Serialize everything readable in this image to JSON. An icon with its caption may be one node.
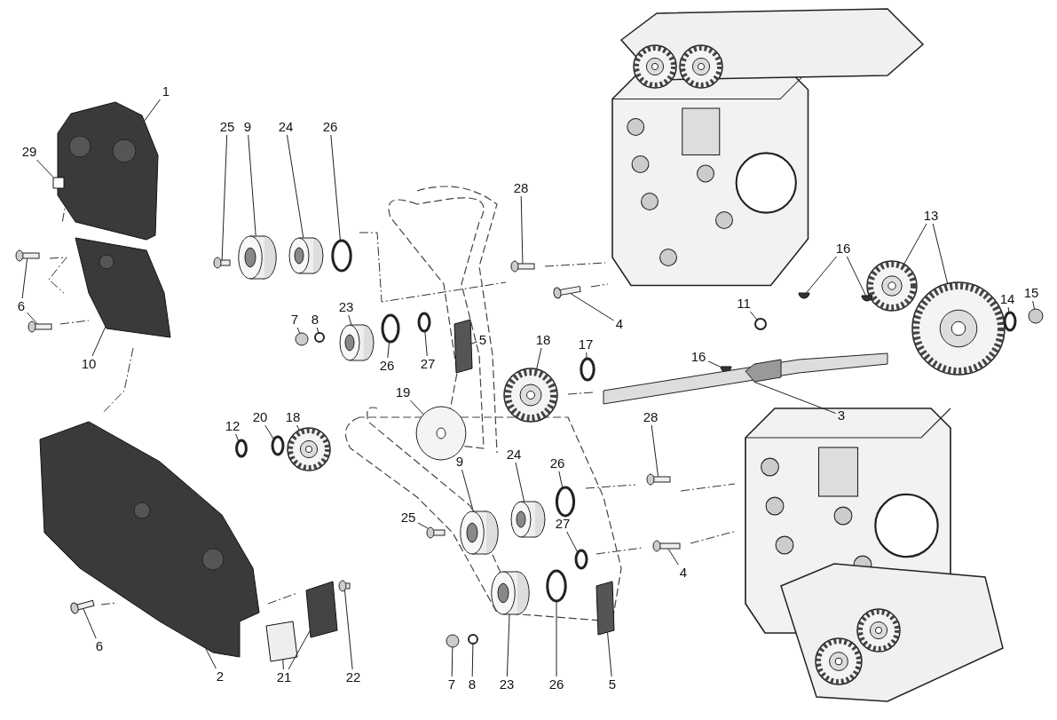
{
  "diagram": {
    "nodes": [
      {
        "text": [
          "1"
        ]
      },
      {
        "text": [
          "29"
        ]
      },
      {
        "text": [
          "6"
        ]
      },
      {
        "text": [
          "10"
        ]
      },
      {
        "text": [
          "6"
        ]
      },
      {
        "text": [
          "2"
        ]
      },
      {
        "text": [
          "21"
        ]
      },
      {
        "text": [
          "22"
        ]
      },
      {
        "text": [
          "25"
        ]
      },
      {
        "text": [
          "9"
        ]
      },
      {
        "text": [
          "24"
        ]
      },
      {
        "text": [
          "26"
        ]
      },
      {
        "text": [
          "28"
        ]
      },
      {
        "text": [
          "7"
        ]
      },
      {
        "text": [
          "8"
        ]
      },
      {
        "text": [
          "23"
        ]
      },
      {
        "text": [
          "26"
        ]
      },
      {
        "text": [
          "27"
        ]
      },
      {
        "text": [
          "5"
        ]
      },
      {
        "text": [
          "4"
        ]
      },
      {
        "text": [
          "18"
        ]
      },
      {
        "text": [
          "17"
        ]
      },
      {
        "text": [
          "19"
        ]
      },
      {
        "text": [
          "12"
        ]
      },
      {
        "text": [
          "20"
        ]
      },
      {
        "text": [
          "18"
        ]
      },
      {
        "text": [
          "13"
        ]
      },
      {
        "text": [
          "14"
        ]
      },
      {
        "text": [
          "15"
        ]
      },
      {
        "text": [
          "16"
        ]
      },
      {
        "text": [
          "11"
        ]
      },
      {
        "text": [
          "16"
        ]
      },
      {
        "text": [
          "3"
        ]
      },
      {
        "text": [
          "28"
        ]
      },
      {
        "text": [
          "9"
        ]
      },
      {
        "text": [
          "24"
        ]
      },
      {
        "text": [
          "26"
        ]
      },
      {
        "text": [
          "25"
        ]
      },
      {
        "text": [
          "27"
        ]
      },
      {
        "text": [
          "4"
        ]
      },
      {
        "text": [
          "7"
        ]
      },
      {
        "text": [
          "8"
        ]
      },
      {
        "text": [
          "23"
        ]
      },
      {
        "text": [
          "26"
        ]
      },
      {
        "text": [
          "5"
        ]
      },
      {
        "text": [],
        "shape": "cover"
      },
      {
        "text": [],
        "shape": "box"
      },
      {
        "text": [],
        "shape": "bolt"
      },
      {
        "text": [],
        "shape": "bolt"
      },
      {
        "text": [],
        "shape": "cover"
      },
      {
        "text": [],
        "shape": "bolt"
      },
      {
        "text": [],
        "shape": "cover"
      },
      {
        "text": [],
        "shape": "box"
      },
      {
        "text": [],
        "shape": "box"
      },
      {
        "text": [],
        "shape": "bolt"
      },
      {
        "text": [],
        "shape": "bolt"
      },
      {
        "text": [],
        "shape": "pulley"
      },
      {
        "text": [],
        "shape": "pulley"
      },
      {
        "text": [],
        "shape": "circle"
      },
      {
        "text": [],
        "shape": "bolt"
      },
      {
        "text": [],
        "shape": "circle"
      },
      {
        "text": [],
        "shape": "circle"
      },
      {
        "text": [],
        "shape": "pulley"
      },
      {
        "text": [],
        "shape": "circle"
      },
      {
        "text": [],
        "shape": "circle"
      },
      {
        "text": [],
        "shape": "box"
      },
      {
        "text": [],
        "shape": "bolt"
      },
      {
        "text": [],
        "shape": "gear"
      },
      {
        "text": [],
        "shape": "circle"
      },
      {
        "text": [],
        "shape": "circle"
      },
      {
        "text": [],
        "shape": "circle"
      },
      {
        "text": [],
        "shape": "circle"
      },
      {
        "text": [],
        "shape": "gear"
      },
      {
        "text": [],
        "shape": "gear"
      },
      {
        "text": [],
        "shape": "gear"
      },
      {
        "text": [],
        "shape": "circle"
      },
      {
        "text": [],
        "shape": "circle"
      },
      {
        "text": [],
        "shape": "key"
      },
      {
        "text": [],
        "shape": "key"
      },
      {
        "text": [],
        "shape": "circle"
      },
      {
        "text": [],
        "shape": "key"
      },
      {
        "text": [],
        "shape": "shaft"
      },
      {
        "text": [],
        "shape": "bolt"
      },
      {
        "text": [],
        "shape": "pulley"
      },
      {
        "text": [],
        "shape": "pulley"
      },
      {
        "text": [],
        "shape": "circle"
      },
      {
        "text": [],
        "shape": "bolt"
      },
      {
        "text": [],
        "shape": "circle"
      },
      {
        "text": [],
        "shape": "bolt"
      },
      {
        "text": [],
        "shape": "circle"
      },
      {
        "text": [],
        "shape": "circle"
      },
      {
        "text": [],
        "shape": "pulley"
      },
      {
        "text": [],
        "shape": "circle"
      },
      {
        "text": [],
        "shape": "box"
      }
    ],
    "edges": [
      {
        "from": 0,
        "to": 45,
        "arrow": "none"
      },
      {
        "from": 1,
        "to": 46,
        "arrow": "none"
      },
      {
        "from": 2,
        "to": 47,
        "arrow": "none"
      },
      {
        "from": 2,
        "to": 48,
        "arrow": "none"
      },
      {
        "from": 3,
        "to": 49,
        "arrow": "none"
      },
      {
        "from": 4,
        "to": 50,
        "arrow": "none"
      },
      {
        "from": 5,
        "to": 51,
        "arrow": "none"
      },
      {
        "from": 6,
        "to": 52,
        "arrow": "none"
      },
      {
        "from": 6,
        "to": 53,
        "arrow": "none"
      },
      {
        "from": 7,
        "to": 54,
        "arrow": "none"
      },
      {
        "from": 8,
        "to": 55,
        "arrow": "none"
      },
      {
        "from": 9,
        "to": 56,
        "arrow": "none"
      },
      {
        "from": 10,
        "to": 57,
        "arrow": "none"
      },
      {
        "from": 11,
        "to": 58,
        "arrow": "none"
      },
      {
        "from": 12,
        "to": 59,
        "arrow": "none"
      },
      {
        "from": 13,
        "to": 60,
        "arrow": "none"
      },
      {
        "from": 14,
        "to": 61,
        "arrow": "none"
      },
      {
        "from": 15,
        "to": 62,
        "arrow": "none"
      },
      {
        "from": 16,
        "to": 63,
        "arrow": "none"
      },
      {
        "from": 17,
        "to": 64,
        "arrow": "none"
      },
      {
        "from": 18,
        "to": 65,
        "arrow": "none"
      },
      {
        "from": 19,
        "to": 66,
        "arrow": "none"
      },
      {
        "from": 20,
        "to": 67,
        "arrow": "none"
      },
      {
        "from": 21,
        "to": 68,
        "arrow": "none"
      },
      {
        "from": 22,
        "to": 69,
        "arrow": "none"
      },
      {
        "from": 23,
        "to": 70,
        "arrow": "none"
      },
      {
        "from": 24,
        "to": 71,
        "arrow": "none"
      },
      {
        "from": 25,
        "to": 72,
        "arrow": "none"
      },
      {
        "from": 26,
        "to": 73,
        "arrow": "none"
      },
      {
        "from": 26,
        "to": 74,
        "arrow": "none"
      },
      {
        "from": 27,
        "to": 75,
        "arrow": "none"
      },
      {
        "from": 28,
        "to": 76,
        "arrow": "none"
      },
      {
        "from": 29,
        "to": 77,
        "arrow": "none"
      },
      {
        "from": 29,
        "to": 78,
        "arrow": "none"
      },
      {
        "from": 30,
        "to": 79,
        "arrow": "none"
      },
      {
        "from": 31,
        "to": 80,
        "arrow": "none"
      },
      {
        "from": 32,
        "to": 81,
        "arrow": "none"
      },
      {
        "from": 33,
        "to": 82,
        "arrow": "none"
      },
      {
        "from": 34,
        "to": 83,
        "arrow": "none"
      },
      {
        "from": 35,
        "to": 84,
        "arrow": "none"
      },
      {
        "from": 36,
        "to": 85,
        "arrow": "none"
      },
      {
        "from": 37,
        "to": 86,
        "arrow": "none"
      },
      {
        "from": 38,
        "to": 87,
        "arrow": "none"
      },
      {
        "from": 39,
        "to": 88,
        "arrow": "none"
      },
      {
        "from": 40,
        "to": 89,
        "arrow": "none"
      },
      {
        "from": 41,
        "to": 90,
        "arrow": "none"
      },
      {
        "from": 42,
        "to": 91,
        "arrow": "none"
      },
      {
        "from": 43,
        "to": 92,
        "arrow": "none"
      },
      {
        "from": 44,
        "to": 93,
        "arrow": "none"
      }
    ]
  }
}
